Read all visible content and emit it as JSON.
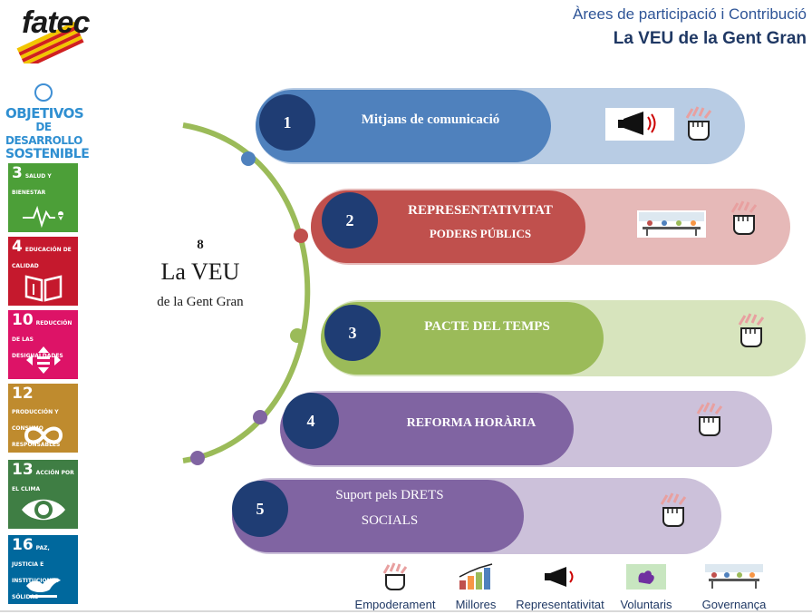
{
  "header": {
    "logo_text": "fatec",
    "line1": "Àrees de participació i Contribució",
    "line2": "La VEU de la Gent Gran"
  },
  "ods": {
    "title_lines": [
      "OBJETIVOS",
      "DE DESARROLLO",
      "SOSTENIBLE"
    ],
    "tiles": [
      {
        "num": "3",
        "label": "Salud y bienestar",
        "color": "#4c9f38",
        "icon": "heartbeat-icon"
      },
      {
        "num": "4",
        "label": "Educación de calidad",
        "color": "#c5192d",
        "icon": "book-icon"
      },
      {
        "num": "10",
        "label": "Reducción de las desigualdades",
        "color": "#dd1367",
        "icon": "equality-icon"
      },
      {
        "num": "12",
        "label": "Producción y consumo responsables",
        "color": "#bf8b2e",
        "icon": "infinity-icon"
      },
      {
        "num": "13",
        "label": "Acción por el clima",
        "color": "#3f7e44",
        "icon": "eye-globe-icon"
      },
      {
        "num": "16",
        "label": "Paz, justicia e instituciones sólidas",
        "color": "#00689d",
        "icon": "dove-icon"
      }
    ]
  },
  "center": {
    "number": "8",
    "title": "La VEU",
    "subtitle": "de la Gent Gran"
  },
  "items": [
    {
      "num": "1",
      "line1": "Mitjans de comunicació",
      "line2": "",
      "dark": "#4f81bd",
      "light": "#b8cce4",
      "icons": [
        "representativitat-icon",
        "empoderament-icon"
      ]
    },
    {
      "num": "2",
      "line1": "REPRESENTATIVITAT",
      "line2": "PODERS PÚBLICS",
      "dark": "#c0504d",
      "light": "#e6b9b8",
      "icons": [
        "governanca-icon",
        "empoderament-icon"
      ]
    },
    {
      "num": "3",
      "line1": "PACTE DEL TEMPS",
      "line2": "",
      "dark": "#9bbb59",
      "light": "#d7e4bd",
      "icons": [
        "empoderament-icon"
      ]
    },
    {
      "num": "4",
      "line1": "REFORMA HORÀRIA",
      "line2": "",
      "dark": "#8064a2",
      "light": "#ccc1da",
      "icons": [
        "empoderament-icon"
      ]
    },
    {
      "num": "5",
      "line1": "Suport pels DRETS",
      "line2": "SOCIALS",
      "dark": "#8064a2",
      "light": "#ccc1da",
      "icons": [
        "empoderament-icon"
      ]
    }
  ],
  "legend": [
    {
      "label": "Empoderament",
      "icon": "empoderament-icon"
    },
    {
      "label": "Millores",
      "icon": "millores-icon"
    },
    {
      "label": "Representativitat",
      "icon": "representativitat-icon"
    },
    {
      "label": "Voluntaris",
      "icon": "voluntaris-icon"
    },
    {
      "label": "Governança",
      "icon": "governanca-icon"
    }
  ]
}
